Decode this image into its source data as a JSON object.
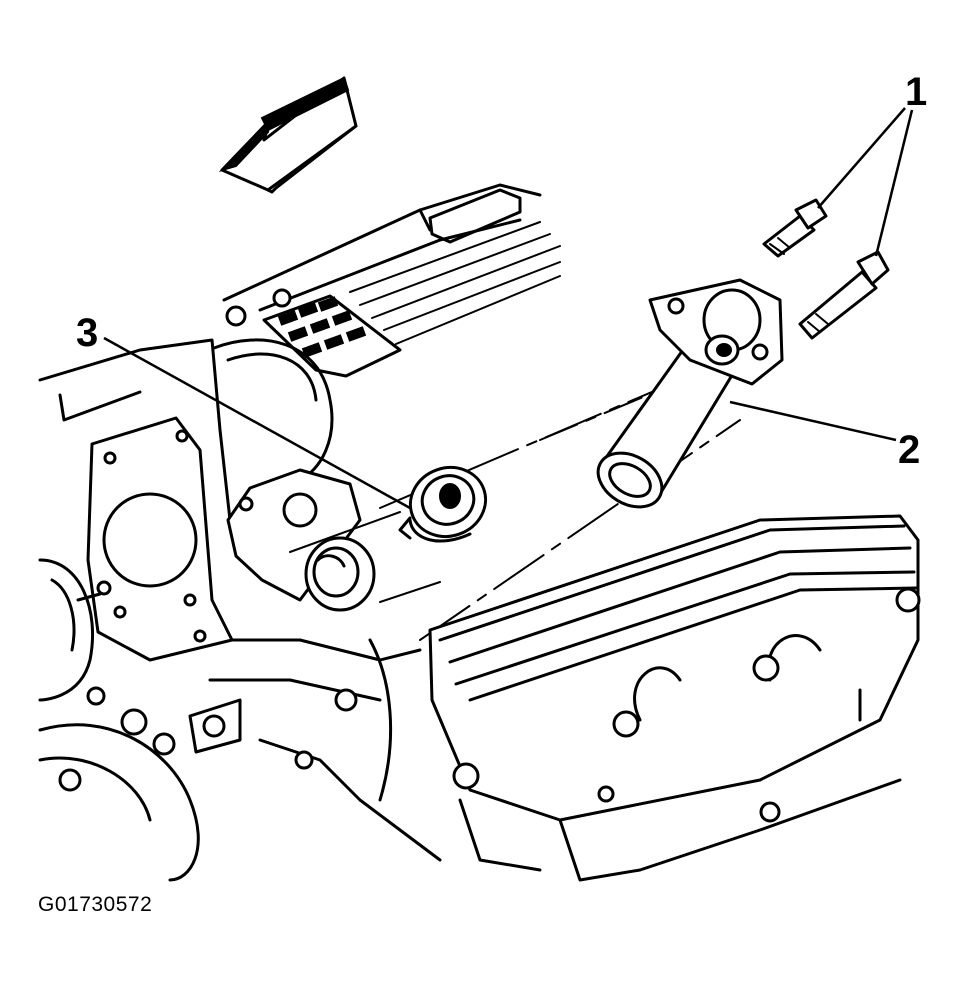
{
  "figure": {
    "id_label": "G01730572"
  },
  "callouts": [
    {
      "number": "1"
    },
    {
      "number": "2"
    },
    {
      "number": "3"
    }
  ],
  "colors": {
    "line": "#000000",
    "background": "#ffffff"
  },
  "icons": {
    "direction_arrow": "front-direction-arrow-icon"
  }
}
